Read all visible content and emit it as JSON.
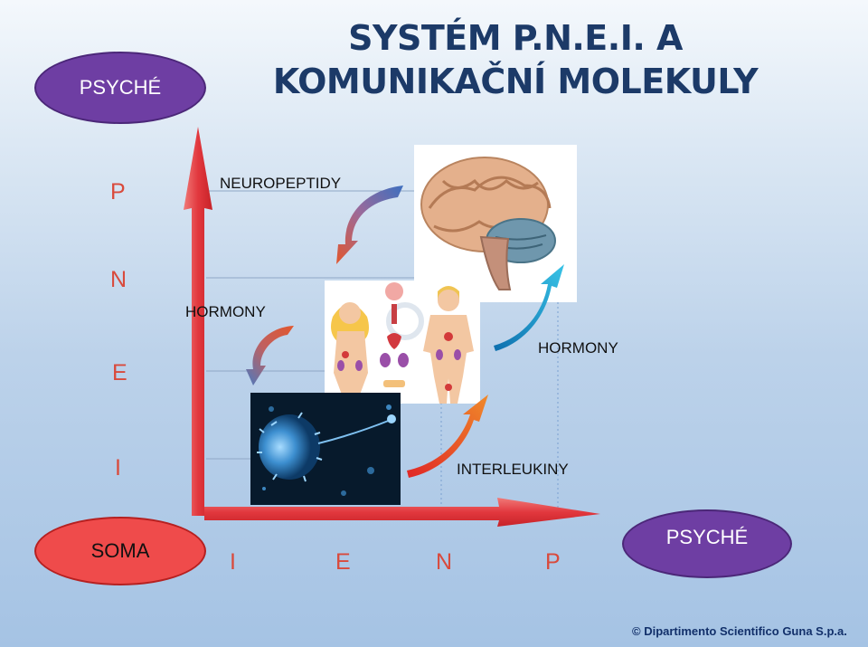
{
  "title": {
    "line1": "SYSTÉM P.N.E.I. A",
    "line2": "KOMUNIKAČNÍ MOLEKULY"
  },
  "psyche_top": "PSYCHÉ",
  "psyche_bottom": "PSYCHÉ",
  "soma": "SOMA",
  "y_axis_letters": [
    "P",
    "N",
    "E",
    "I"
  ],
  "x_axis_letters": [
    "I",
    "E",
    "N",
    "P"
  ],
  "labels": {
    "neuropeptidy": "NEUROPEPTIDY",
    "hormony_left": "HORMONY",
    "hormony_right": "HORMONY",
    "interleukiny": "INTERLEUKINY"
  },
  "copyright": "© Dipartimento Scientifico Guna S.p.a.",
  "colors": {
    "title": "#1c3a68",
    "psyche": "#6e3ea3",
    "soma": "#ef4b4b",
    "axis": "#e0454a",
    "axis_letters": "#d94a3c"
  },
  "icons": [
    "brain-image",
    "endocrine-body-image",
    "immune-cell-image",
    "curved-arrow-icon"
  ]
}
